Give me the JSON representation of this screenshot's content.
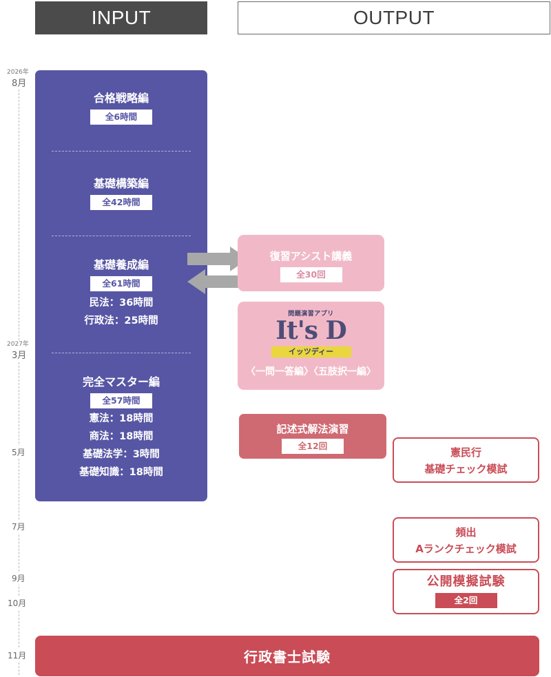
{
  "header": {
    "input": "INPUT",
    "output": "OUTPUT"
  },
  "timeline": {
    "aug": {
      "year": "2026年",
      "month": "8月"
    },
    "mar": {
      "year": "2027年",
      "month": "3月"
    },
    "may": "5月",
    "jul": "7月",
    "sep": "9月",
    "oct": "10月",
    "nov": "11月"
  },
  "input": {
    "strategy": {
      "title": "合格戦略編",
      "badge": "全6時間"
    },
    "foundation_build": {
      "title": "基礎構築編",
      "badge": "全42時間"
    },
    "foundation_train": {
      "title": "基礎養成編",
      "badge": "全61時間",
      "details": [
        "民法：36時間",
        "行政法：25時間"
      ]
    },
    "master": {
      "title": "完全マスター編",
      "badge": "全57時間",
      "details": [
        "憲法：18時間",
        "商法：18時間",
        "基礎法学：3時間",
        "基礎知識：18時間"
      ]
    }
  },
  "output": {
    "review_assist": {
      "title": "復習アシスト講義",
      "badge": "全30回"
    },
    "app": {
      "small": "問題演習アプリ",
      "logo": "It's D",
      "logo_sub": "イッツディー",
      "caption": "〈一問一答編〉〈五肢択一編〉"
    },
    "descriptive": {
      "title": "記述式解法演習",
      "badge": "全12回"
    },
    "kenminko": {
      "line1": "憲民行",
      "line2": "基礎チェック模試"
    },
    "hinshutsu": {
      "line1": "頻出",
      "line2": "Aランクチェック模試"
    },
    "public_mock": {
      "title": "公開模擬試験",
      "badge": "全2回"
    }
  },
  "exam": {
    "title": "行政書士試験"
  },
  "colors": {
    "input_bg": "#5756a4",
    "pink": "#f1b9c7",
    "red": "#c94c56",
    "salmon": "#cf6a72",
    "arrow": "#a8a8a8"
  }
}
